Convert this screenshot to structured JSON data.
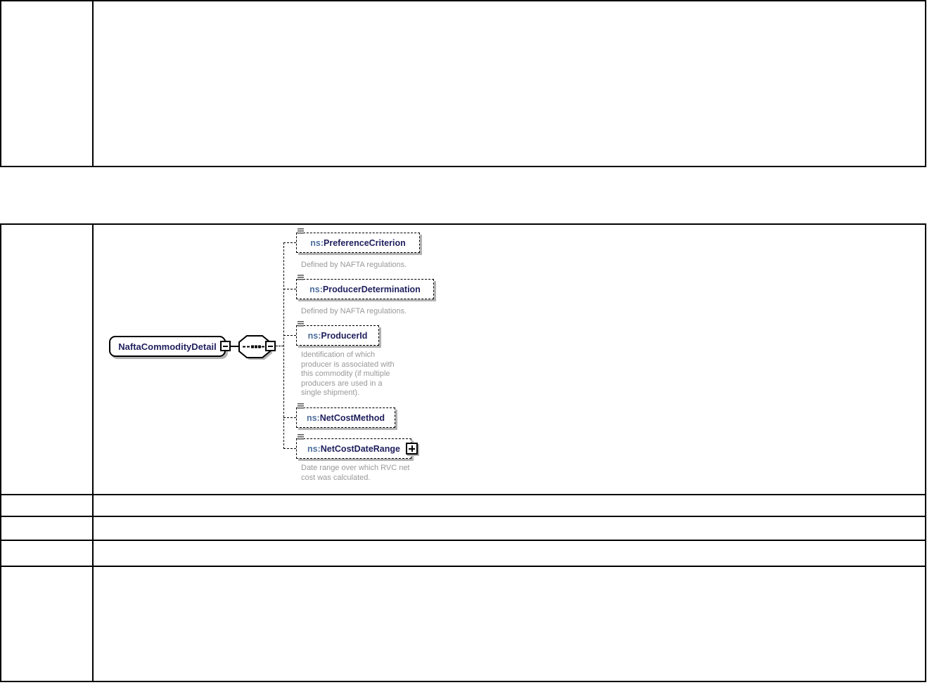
{
  "diagram": {
    "root": {
      "label": "NaftaCommodityDetail"
    },
    "compositor": {
      "type": "sequence"
    },
    "children": [
      {
        "prefix": "ns:",
        "name": "PreferenceCriterion",
        "annotation": "Defined by NAFTA regulations.",
        "optional": true,
        "expandable": false
      },
      {
        "prefix": "ns:",
        "name": "ProducerDetermination",
        "annotation": "Defined by NAFTA regulations.",
        "optional": true,
        "expandable": false
      },
      {
        "prefix": "ns:",
        "name": "ProducerId",
        "annotation": "Identification of which\nproducer is associated with\nthis commodity (if multiple\nproducers are used in a\nsingle shipment).",
        "optional": true,
        "expandable": false
      },
      {
        "prefix": "ns:",
        "name": "NetCostMethod",
        "annotation": "",
        "optional": true,
        "expandable": false
      },
      {
        "prefix": "ns:",
        "name": "NetCostDateRange",
        "annotation": "Date range over which RVC net\ncost was calculated.",
        "optional": true,
        "expandable": true
      }
    ],
    "colors": {
      "element_name": "#1f1f5e",
      "ns_prefix": "#4c6e9e",
      "annotation_text": "#999999",
      "box_border": "#000000",
      "shadow": "#b3b3b3"
    }
  }
}
